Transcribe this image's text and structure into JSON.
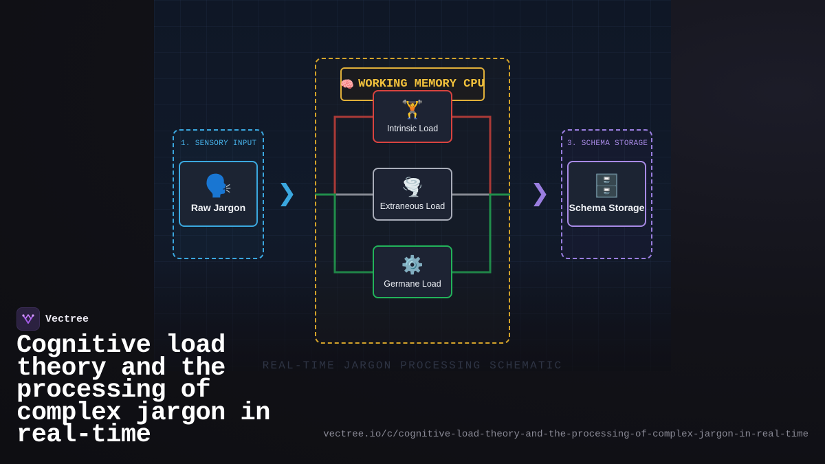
{
  "diagram": {
    "sensory": {
      "zone_label": "1. SENSORY INPUT",
      "icon": "speaking-head-icon",
      "icon_glyph": "🗣️",
      "title": "Raw Jargon",
      "color": "#3aa7df"
    },
    "working_memory": {
      "title": "WORKING MEMORY CPU",
      "icon": "brain-icon",
      "icon_glyph": "🧠",
      "color": "#e0b03a",
      "loads": [
        {
          "title": "Intrinsic Load",
          "icon": "weightlifter-icon",
          "icon_glyph": "🏋️",
          "color": "#d9433f"
        },
        {
          "title": "Extraneous Load",
          "icon": "tornado-icon",
          "icon_glyph": "🌪️",
          "color": "#a9adb9"
        },
        {
          "title": "Germane Load",
          "icon": "gear-icon",
          "icon_glyph": "⚙️",
          "color": "#22b35a"
        }
      ]
    },
    "schema": {
      "zone_label": "3. SCHEMA STORAGE",
      "icon": "file-cabinet-icon",
      "icon_glyph": "🗄️",
      "title": "Schema Storage",
      "color": "#a88ae6"
    },
    "caption": "REAL-TIME JARGON PROCESSING SCHEMATIC"
  },
  "brand": {
    "name": "Vectree",
    "logo": "vectree-logo-icon"
  },
  "headline": "Cognitive load theory and the processing of complex jargon in real-time",
  "url": "vectree.io/c/cognitive-load-theory-and-the-processing-of-complex-jargon-in-real-time"
}
